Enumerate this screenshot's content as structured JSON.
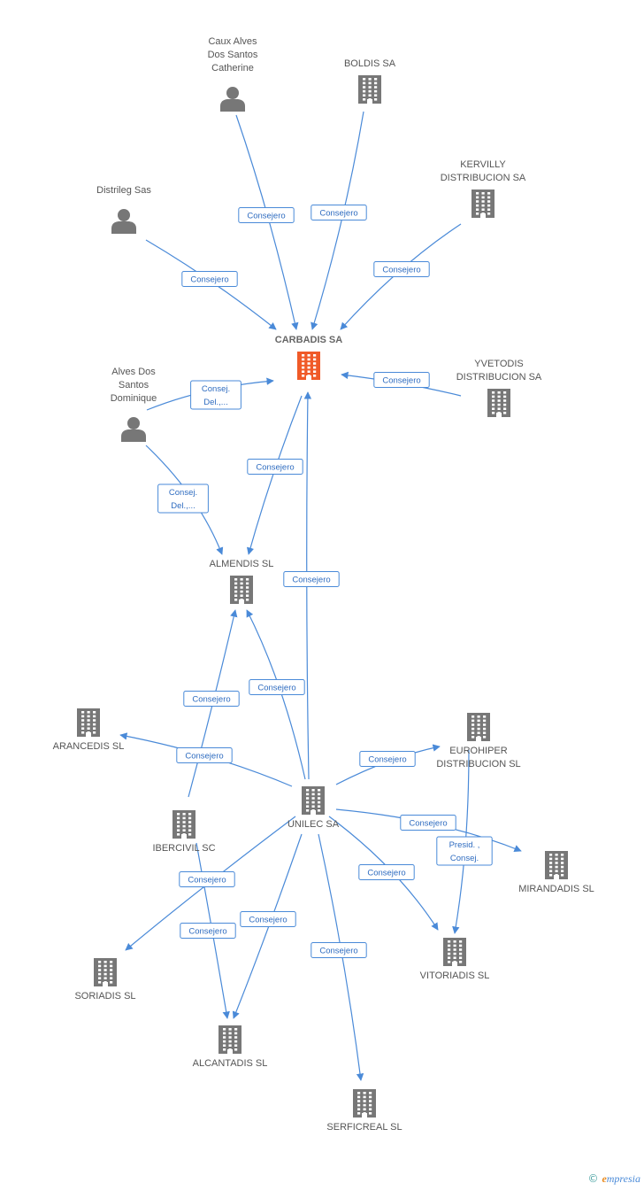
{
  "colors": {
    "building": "#777777",
    "main_building": "#f05a28",
    "person": "#777777",
    "edge": "#4a8ad8",
    "edge_text": "#2f6cc0"
  },
  "nodes": [
    {
      "id": "carbadis",
      "kind": "building-main",
      "label": [
        "CARBADIS SA"
      ]
    },
    {
      "id": "caux",
      "kind": "person",
      "label": [
        "Caux Alves",
        "Dos Santos",
        "Catherine"
      ]
    },
    {
      "id": "boldis",
      "kind": "building",
      "label": [
        "BOLDIS SA"
      ]
    },
    {
      "id": "kervilly",
      "kind": "building",
      "label": [
        "KERVILLY",
        "DISTRIBUCION SA"
      ]
    },
    {
      "id": "distrileg",
      "kind": "person",
      "label": [
        "Distrileg Sas"
      ]
    },
    {
      "id": "alves",
      "kind": "person",
      "label": [
        "Alves Dos",
        "Santos",
        "Dominique"
      ]
    },
    {
      "id": "yvetodis",
      "kind": "building",
      "label": [
        "YVETODIS",
        "DISTRIBUCION SA"
      ]
    },
    {
      "id": "almendis",
      "kind": "building",
      "label": [
        "ALMENDIS SL"
      ]
    },
    {
      "id": "arancedis",
      "kind": "building",
      "label": [
        "ARANCEDIS SL"
      ]
    },
    {
      "id": "eurohiper",
      "kind": "building",
      "label": [
        "EUROHIPER",
        "DISTRIBUCION SL"
      ]
    },
    {
      "id": "unilec",
      "kind": "building",
      "label": [
        "UNILEC SA"
      ]
    },
    {
      "id": "ibercivil",
      "kind": "building",
      "label": [
        "IBERCIVIL SC"
      ]
    },
    {
      "id": "mirandadis",
      "kind": "building",
      "label": [
        "MIRANDADIS SL"
      ]
    },
    {
      "id": "vitoriadis",
      "kind": "building",
      "label": [
        "VITORIADIS SL"
      ]
    },
    {
      "id": "soriadis",
      "kind": "building",
      "label": [
        "SORIADIS SL"
      ]
    },
    {
      "id": "alcantadis",
      "kind": "building",
      "label": [
        "ALCANTADIS SL"
      ]
    },
    {
      "id": "serficreal",
      "kind": "building",
      "label": [
        "SERFICREAL SL"
      ]
    }
  ],
  "edges": [
    {
      "from": "caux",
      "to": "carbadis",
      "label": [
        "Consejero"
      ]
    },
    {
      "from": "boldis",
      "to": "carbadis",
      "label": [
        "Consejero"
      ]
    },
    {
      "from": "kervilly",
      "to": "carbadis",
      "label": [
        "Consejero"
      ]
    },
    {
      "from": "distrileg",
      "to": "carbadis",
      "label": [
        "Consejero"
      ]
    },
    {
      "from": "alves",
      "to": "carbadis",
      "label": [
        "Consej.",
        "Del.,..."
      ]
    },
    {
      "from": "yvetodis",
      "to": "carbadis",
      "label": [
        "Consejero"
      ]
    },
    {
      "from": "carbadis",
      "to": "almendis",
      "label": [
        "Consejero"
      ]
    },
    {
      "from": "alves",
      "to": "almendis",
      "label": [
        "Consej.",
        "Del.,..."
      ]
    },
    {
      "from": "unilec",
      "to": "carbadis",
      "label": [
        "Consejero"
      ]
    },
    {
      "from": "ibercivil",
      "to": "almendis",
      "label": [
        "Consejero"
      ]
    },
    {
      "from": "unilec",
      "to": "almendis",
      "label": [
        "Consejero"
      ]
    },
    {
      "from": "unilec",
      "to": "arancedis",
      "label": [
        "Consejero"
      ]
    },
    {
      "from": "unilec",
      "to": "eurohiper",
      "label": [
        "Consejero"
      ]
    },
    {
      "from": "unilec",
      "to": "mirandadis",
      "label": [
        "Consejero"
      ]
    },
    {
      "from": "eurohiper",
      "to": "vitoriadis",
      "label": [
        "Presid. ,",
        "Consej."
      ]
    },
    {
      "from": "unilec",
      "to": "vitoriadis",
      "label": [
        "Consejero"
      ]
    },
    {
      "from": "unilec",
      "to": "soriadis",
      "label": [
        "Consejero"
      ]
    },
    {
      "from": "ibercivil",
      "to": "alcantadis",
      "label": [
        "Consejero"
      ]
    },
    {
      "from": "unilec",
      "to": "alcantadis",
      "label": [
        "Consejero"
      ]
    },
    {
      "from": "unilec",
      "to": "serficreal",
      "label": [
        "Consejero"
      ]
    }
  ],
  "footer": {
    "copyright": "©",
    "brand_initial": "e",
    "brand_rest": "mpresia"
  }
}
